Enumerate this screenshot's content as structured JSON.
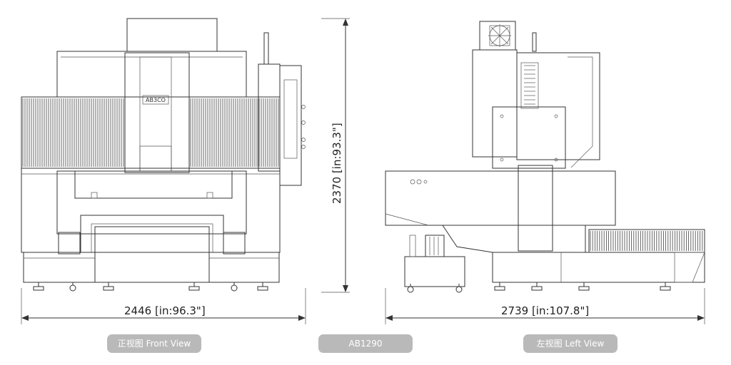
{
  "dimensions": {
    "front_width": "2446 [in:96.3\"]",
    "height": "2370 [in:93.3\"]",
    "left_width": "2739 [in:107.8\"]"
  },
  "views": {
    "front_label": "正视图 Front View",
    "model_label": "AB1290",
    "left_label": "左视图 Left View"
  },
  "machine": {
    "brand_plate": "AB3CO"
  },
  "colors": {
    "line": "#333333",
    "badge_bg": "#b9b9b9",
    "badge_text": "#ffffff"
  }
}
